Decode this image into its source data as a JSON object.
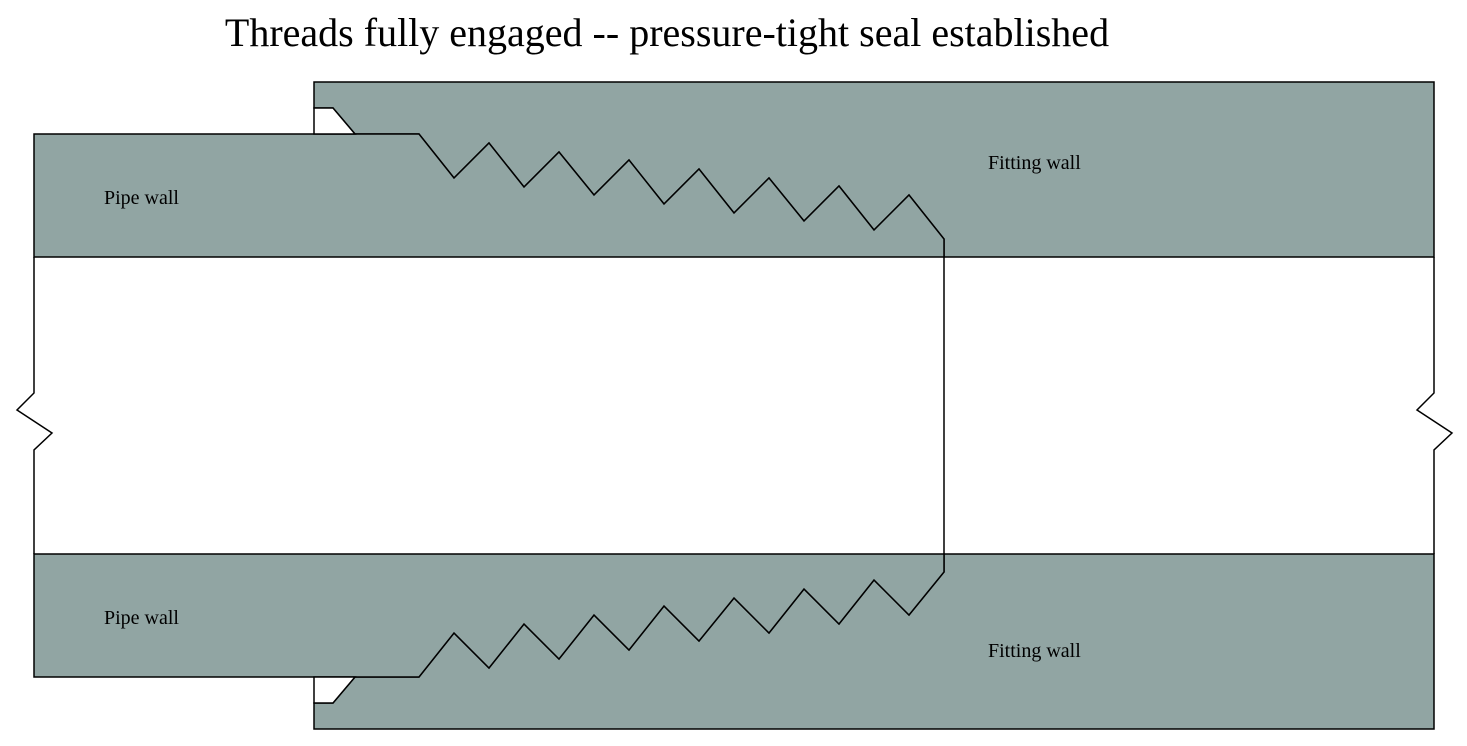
{
  "title": "Threads fully engaged -- pressure-tight seal established",
  "labels": {
    "pipe_wall_top": "Pipe wall",
    "pipe_wall_bottom": "Pipe wall",
    "fitting_wall_top": "Fitting wall",
    "fitting_wall_bottom": "Fitting wall"
  },
  "colors": {
    "wall_fill": "#91a5a3",
    "line": "#000000",
    "background": "#ffffff"
  }
}
